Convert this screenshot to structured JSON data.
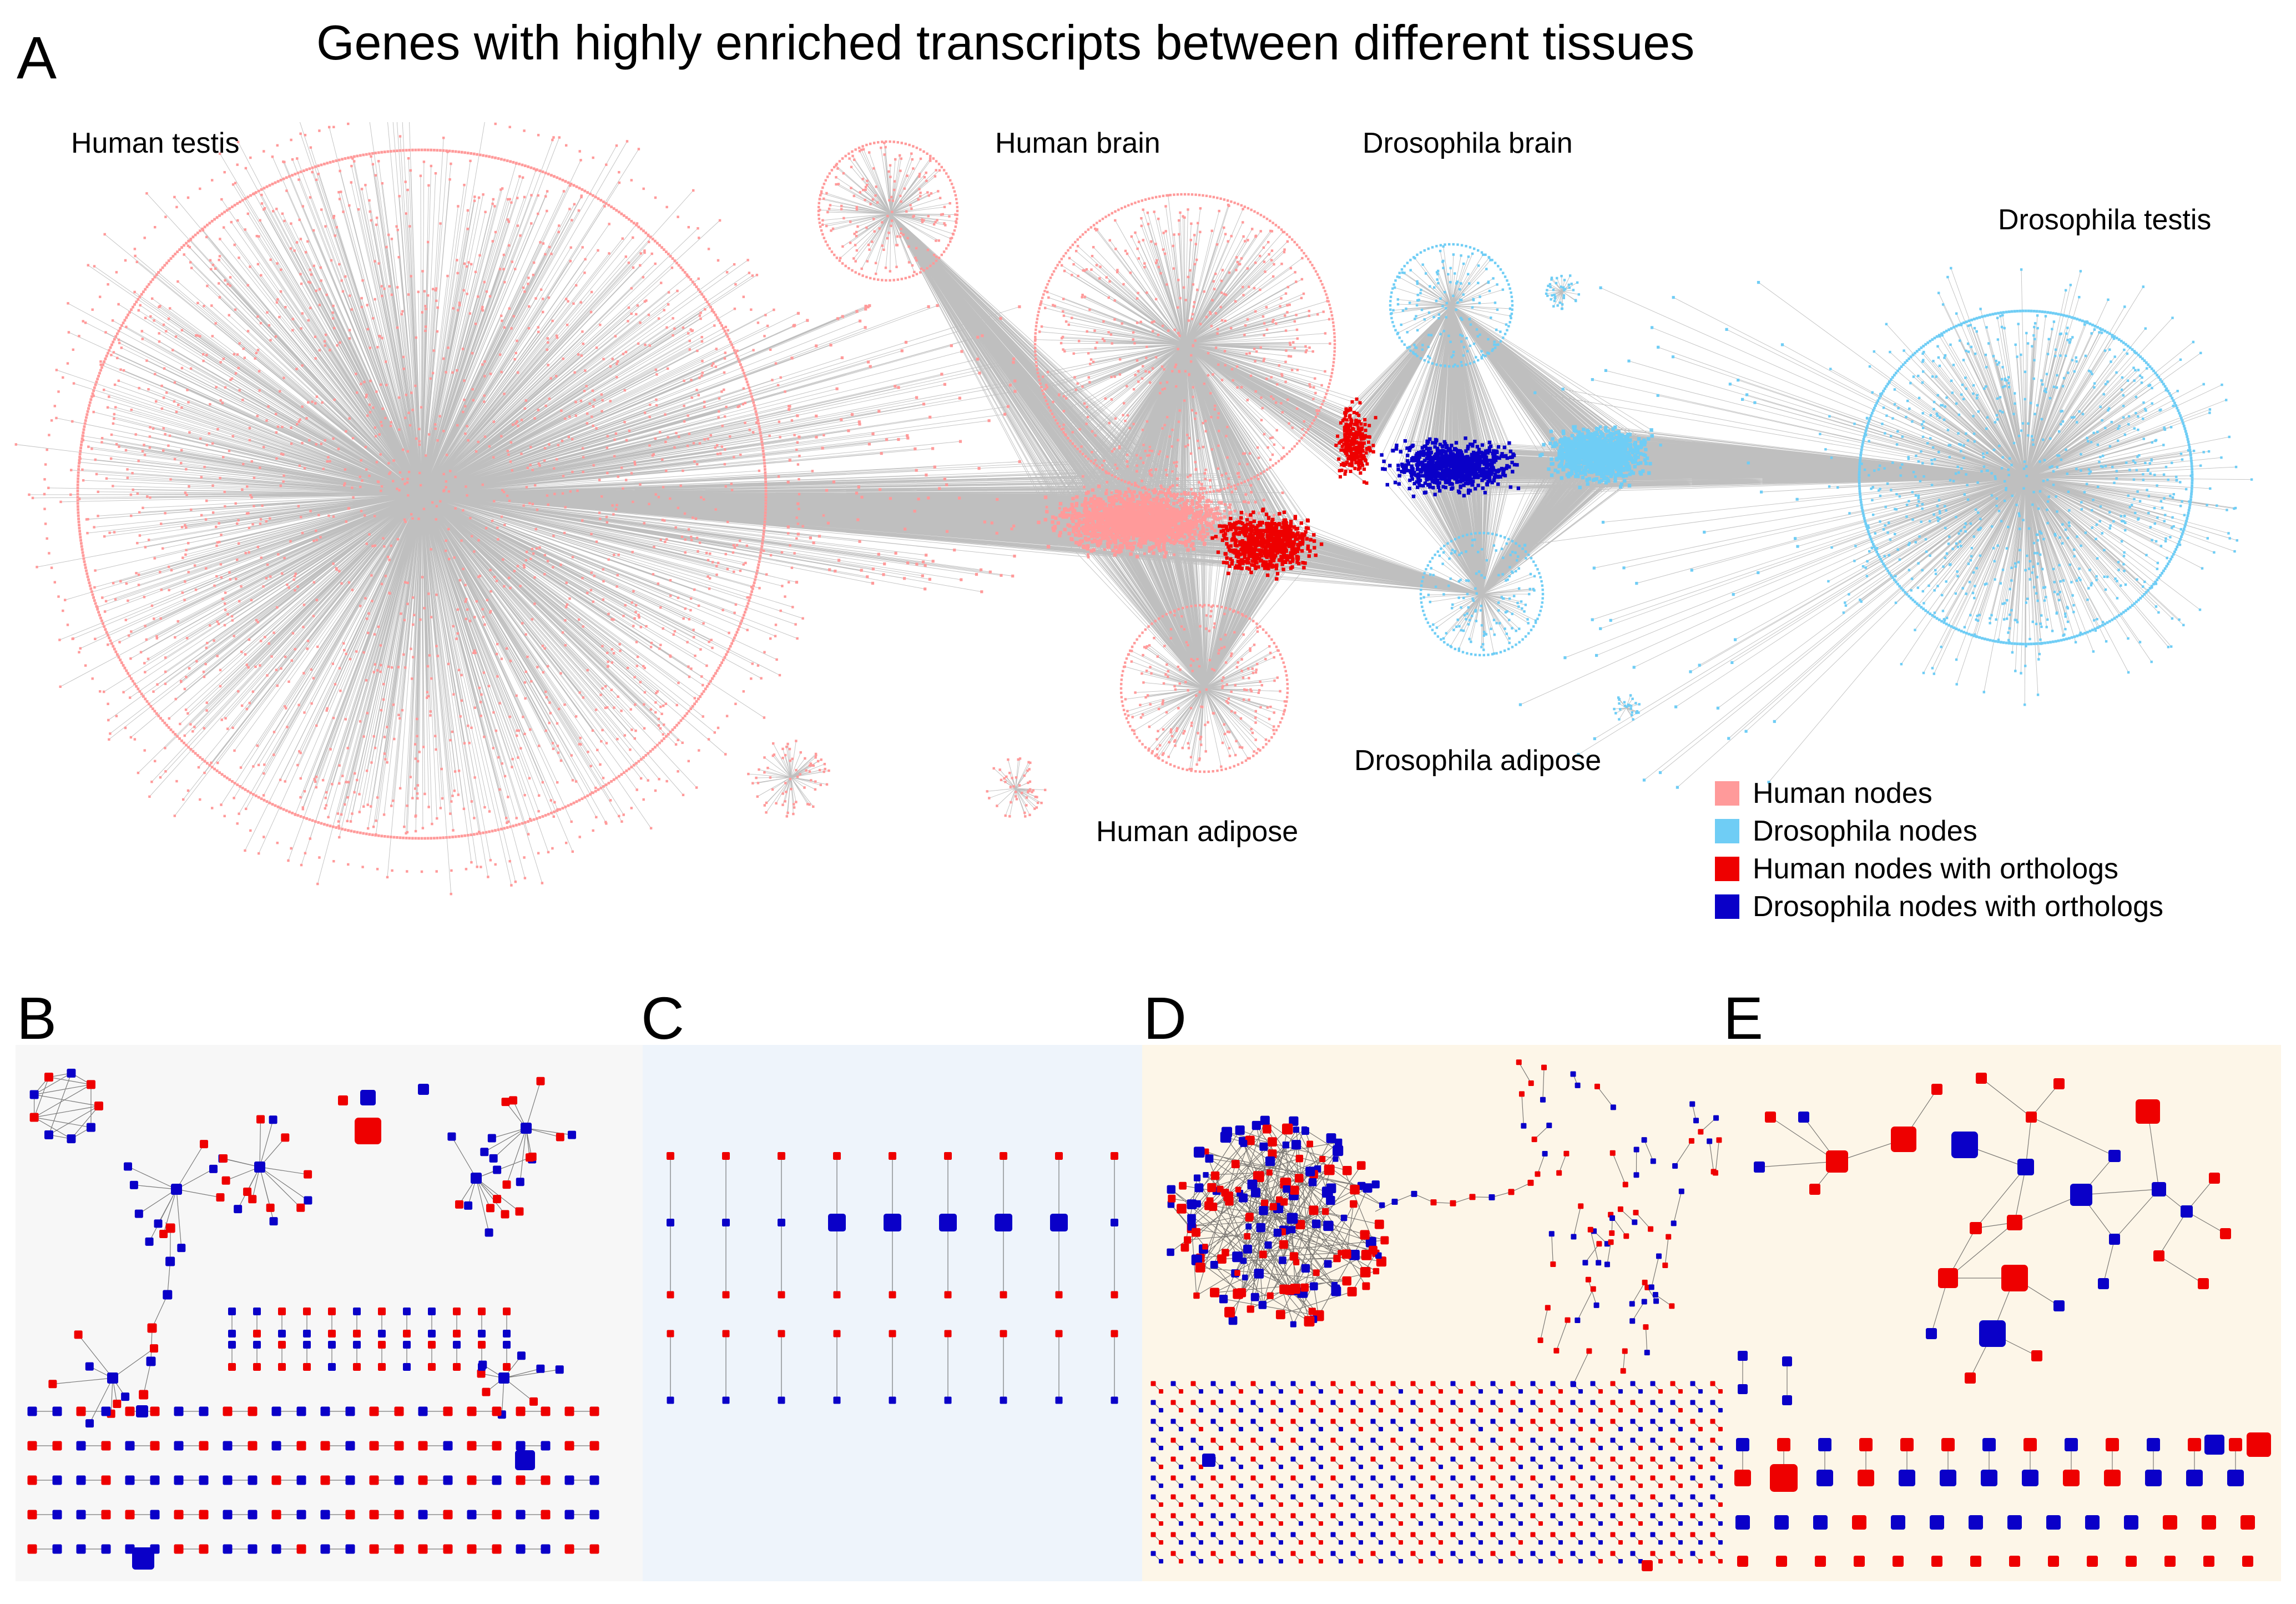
{
  "figure": {
    "title": "Genes with highly enriched transcripts between different tissues",
    "panels": {
      "A": "A",
      "B": "B",
      "C": "C",
      "D": "D",
      "E": "E"
    }
  },
  "network_a": {
    "clusters": {
      "human_testis": "Human testis",
      "human_brain": "Human brain",
      "human_adipose": "Human adipose",
      "drosophila_brain": "Drosophila brain",
      "drosophila_testis": "Drosophila testis",
      "drosophila_adipose": "Drosophila adipose"
    },
    "legend": [
      {
        "label": "Human nodes",
        "color": "#ff9a9a"
      },
      {
        "label": "Drosophila nodes",
        "color": "#6fcdf5"
      },
      {
        "label": "Human nodes with orthologs",
        "color": "#ee0000"
      },
      {
        "label": "Drosophila nodes with orthologs",
        "color": "#0a00c8"
      }
    ],
    "edge_color": "#8a8a8a"
  },
  "subpanels": {
    "B": {
      "background": "#f7f7f7"
    },
    "C": {
      "background": "#eef4fb"
    },
    "D": {
      "background": "#fdf6e8"
    },
    "E": {
      "background": "#fdf6e8"
    }
  },
  "colors": {
    "human_ortholog": "#ee0000",
    "drosophila_ortholog": "#0a00c8",
    "edge": "#444444"
  }
}
